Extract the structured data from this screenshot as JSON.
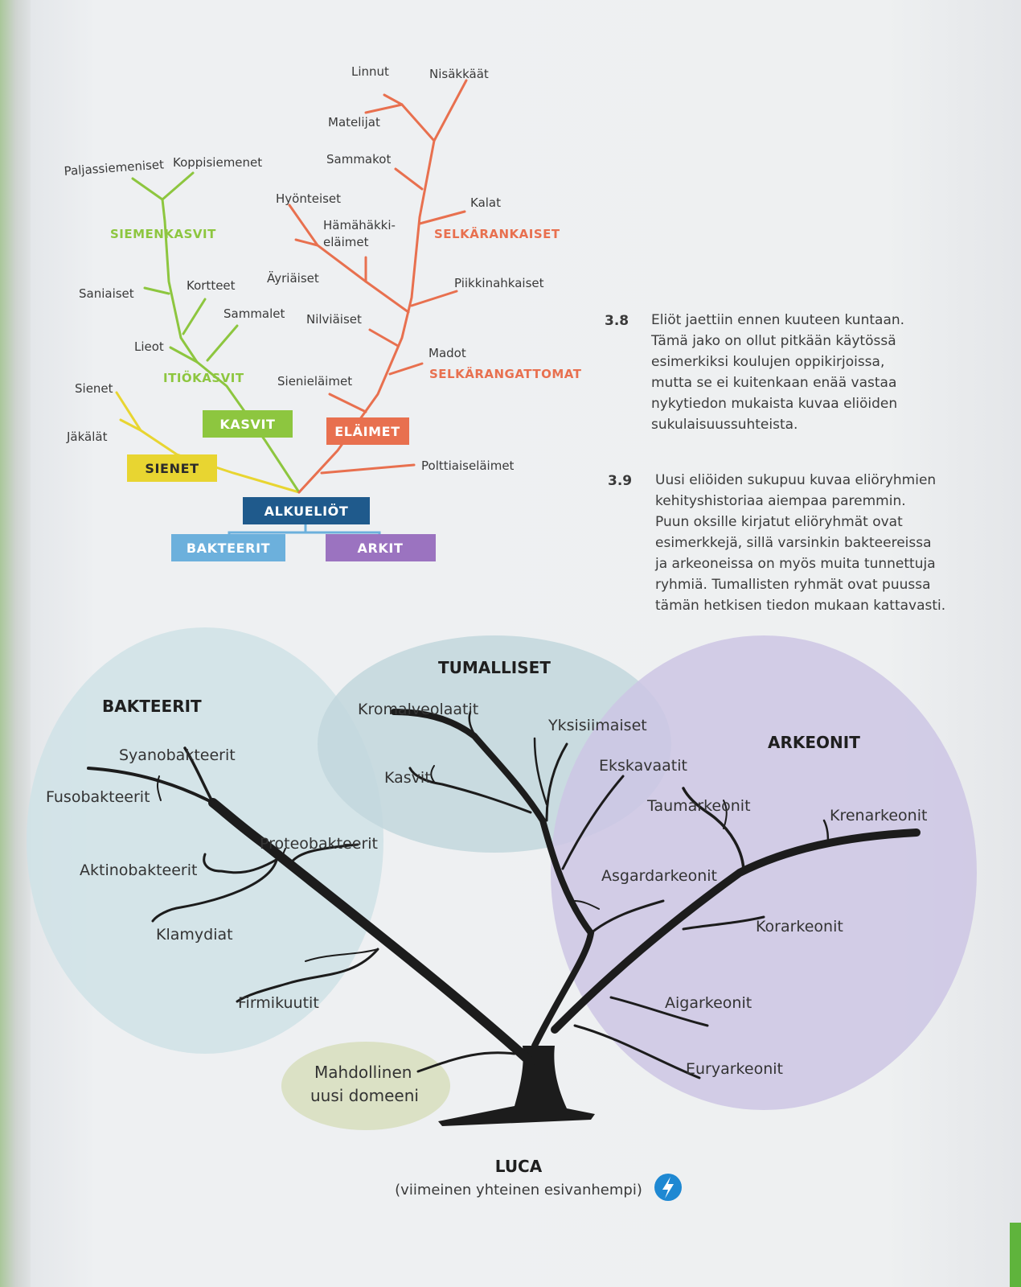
{
  "colors": {
    "plants": "#8dc63f",
    "animals": "#e8704f",
    "fungi": "#e8d531",
    "protists": "#1f5a8c",
    "bacteria_box": "#6cb0dc",
    "archaea_box": "#9b73c0",
    "bacteria_area": "#cfe2e6",
    "eukaryote_area": "#c7d9df",
    "archaea_area": "#cfc8e4",
    "new_domain_area": "#d8dfc0",
    "trunk": "#1c1c1c",
    "badge": "#1e88d2"
  },
  "old_tree": {
    "plant_labels": {
      "paljassiemeniset": "Paljassiemeniset",
      "koppisiemenet": "Koppisiemenet",
      "siemenkasvit": "SIEMENKASVIT",
      "saniaiset": "Saniaiset",
      "kortteet": "Kortteet",
      "sammalet": "Sammalet",
      "lieot": "Lieot",
      "itiokasvit": "ITIÖKASVIT"
    },
    "animal_labels": {
      "linnut": "Linnut",
      "nisakkaat": "Nisäkkäät",
      "matelijat": "Matelijat",
      "sammakot": "Sammakot",
      "hyonteiset": "Hyönteiset",
      "kalat": "Kalat",
      "hamahakki_1": "Hämähäkki-",
      "hamahakki_2": "eläimet",
      "selkarankaiset": "SELKÄRANKAISET",
      "ayriaiset": "Äyriäiset",
      "piikkinahkaiset": "Piikkinahkaiset",
      "nilviaiset": "Nilviäiset",
      "madot": "Madot",
      "selkarangattomat": "SELKÄRANGATTOMAT",
      "sienielaimet": "Sienieläimet",
      "polttiaiselaimet": "Polttiaiseläimet"
    },
    "fungi_labels": {
      "sienet_small": "Sienet",
      "jakalat": "Jäkälät"
    },
    "boxes": {
      "kasvit": "KASVIT",
      "elaimet": "ELÄIMET",
      "sienet": "SIENET",
      "alkueliot": "ALKUELIÖT",
      "bakteerit": "BAKTEERIT",
      "arkit": "ARKIT"
    }
  },
  "captions": [
    {
      "number": "3.8",
      "lines": [
        "Eliöt jaettiin ennen kuuteen kuntaan.",
        "Tämä jako on ollut pitkään käytössä",
        "esimerkiksi koulujen oppikirjoissa,",
        "mutta se ei kuitenkaan enää vastaa",
        "nykytiedon mukaista kuvaa eliöiden",
        "sukulaisuussuhteista."
      ]
    },
    {
      "number": "3.9",
      "lines": [
        "Uusi eliöiden sukupuu kuvaa eliöryhmien",
        "kehityshistoriaa aiempaa paremmin.",
        "Puun oksille kirjatut eliöryhmät ovat",
        "esimerkkejä, sillä varsinkin bakteereissa",
        "ja arkeoneissa on myös muita tunnettuja",
        "ryhmiä. Tumallisten ryhmät ovat puussa",
        "tämän hetkisen tiedon mukaan kattavasti."
      ]
    }
  ],
  "new_tree": {
    "domains": {
      "bakteerit": "BAKTEERIT",
      "tumalliset": "TUMALLISET",
      "arkeonit": "ARKEONIT"
    },
    "bacteria": {
      "syanobakteerit": "Syanobakteerit",
      "fusobakteerit": "Fusobakteerit",
      "proteobakteerit": "Proteobakteerit",
      "aktinobakteerit": "Aktinobakteerit",
      "klamydiat": "Klamydiat",
      "firmikuutit": "Firmikuutit"
    },
    "eukaryotes": {
      "kromalveolaatit": "Kromalveolaatit",
      "yksisiimaiset": "Yksisiimaiset",
      "kasvit": "Kasvit",
      "ekskavaatit": "Ekskavaatit"
    },
    "archaea": {
      "taumarkeonit": "Taumarkeonit",
      "krenarkeonit": "Krenarkeonit",
      "asgardarkeonit": "Asgardarkeonit",
      "korarkeonit": "Korarkeonit",
      "aigarkeonit": "Aigarkeonit",
      "euryarkeonit": "Euryarkeonit"
    },
    "new_domain_1": "Mahdollinen",
    "new_domain_2": "uusi domeeni",
    "root_title": "LUCA",
    "root_subtitle": "(viimeinen yhteinen esivanhempi)"
  }
}
